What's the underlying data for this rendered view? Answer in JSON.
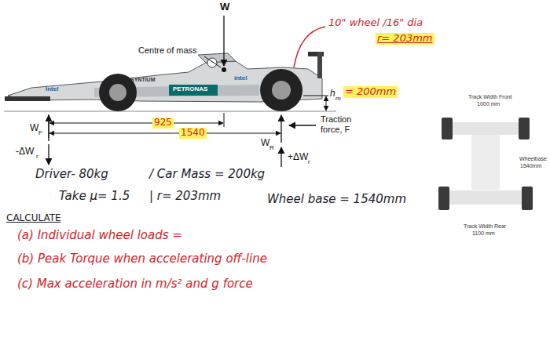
{
  "diagram": {
    "labels": [
      "W",
      "Centre of mass",
      "10\" wheel /16\" dia",
      "r= 203mm",
      "intel",
      "SYNTIUM",
      "PETRONAS",
      "intel",
      "h",
      "m",
      "= 200mm",
      "Traction force, F",
      "W",
      "F",
      "925",
      "1540",
      "W",
      "R",
      "-ΔW",
      "r",
      "+ΔW",
      "r",
      "Driver- 80kg",
      "/ Car Mass = 200kg",
      "Take μ= 1.5",
      "| r= 203mm",
      "Wheel base = 1540mm",
      "CALCULATE",
      "(a) Individual wheel loads =",
      "(b) Peak Torque when accelerating off-line",
      "(c) Max acceleration in m/s² and g force",
      "Track Width Front",
      "1000 mm",
      "Wheelbase",
      "1540mm",
      "Track Width Rear",
      "1100 mm"
    ]
  }
}
